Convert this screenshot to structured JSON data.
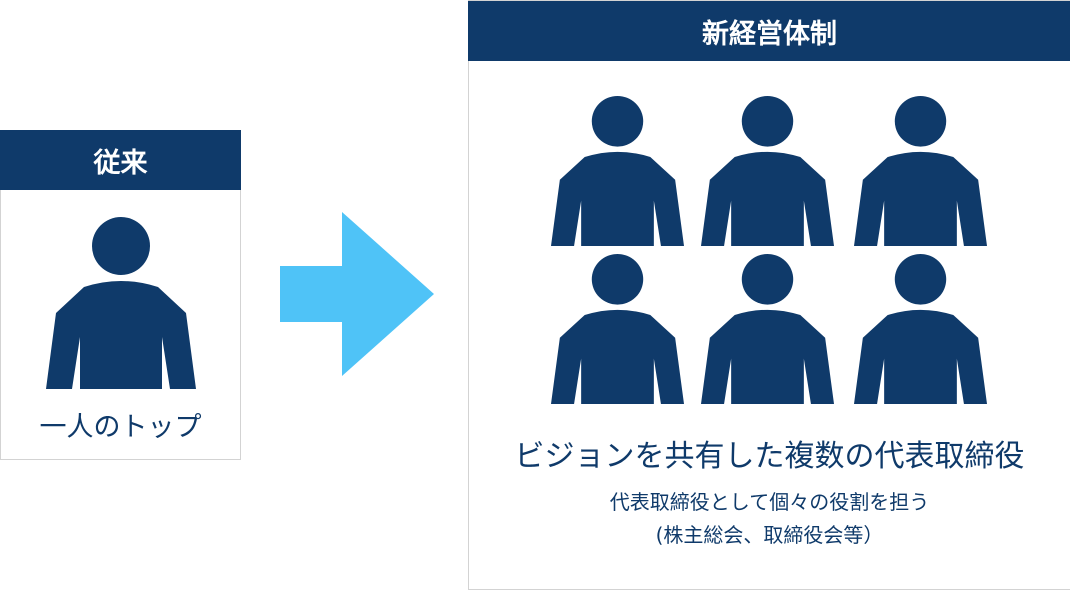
{
  "left_panel": {
    "header": "従来",
    "label": "一人のトップ"
  },
  "right_panel": {
    "header": "新経営体制",
    "title": "ビジョンを共有した複数の代表取締役",
    "subtitle_line1": "代表取締役として個々の役割を担う",
    "subtitle_line2": "(株主総会、取締役会等）"
  },
  "colors": {
    "navy": "#0f3a6a",
    "arrow": "#4fc3f7",
    "border": "#d3d3d3"
  },
  "icons": [
    "person-icon",
    "arrow-right-icon"
  ]
}
